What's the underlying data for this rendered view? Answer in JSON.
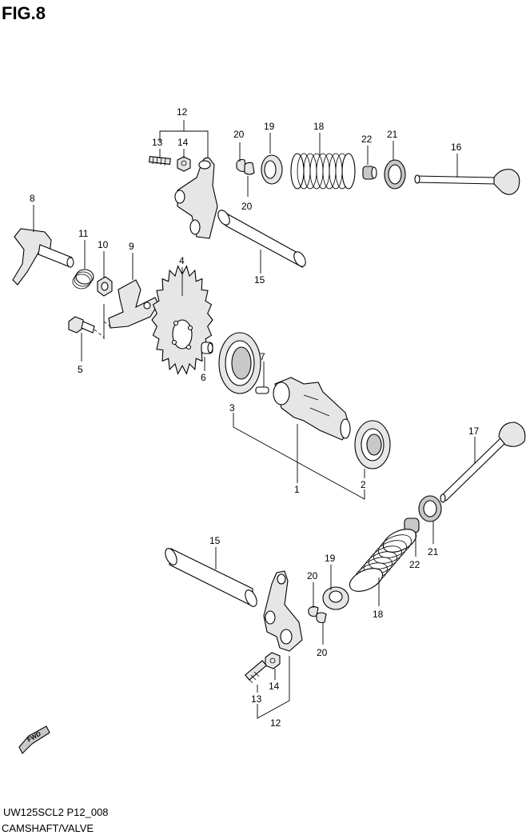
{
  "figure": {
    "title": "FIG.8",
    "code": "UW125SCL2 P12_008",
    "name": "CAMSHAFT/VALVE",
    "fwd_label": "FWD"
  },
  "callouts": {
    "c12a": "12",
    "c13a": "13",
    "c14a": "14",
    "c20a": "20",
    "c20b": "20",
    "c19a": "19",
    "c18a": "18",
    "c22a": "22",
    "c21a": "21",
    "c16": "16",
    "c8": "8",
    "c11": "11",
    "c10": "10",
    "c9": "9",
    "c5": "5",
    "c4": "4",
    "c6": "6",
    "c15a": "15",
    "c7": "7",
    "c3": "3",
    "c1": "1",
    "c2": "2",
    "c17": "17",
    "c15b": "15",
    "c22b": "22",
    "c21b": "21",
    "c19b": "19",
    "c20c": "20",
    "c20d": "20",
    "c18b": "18",
    "c14b": "14",
    "c13b": "13",
    "c12b": "12"
  }
}
